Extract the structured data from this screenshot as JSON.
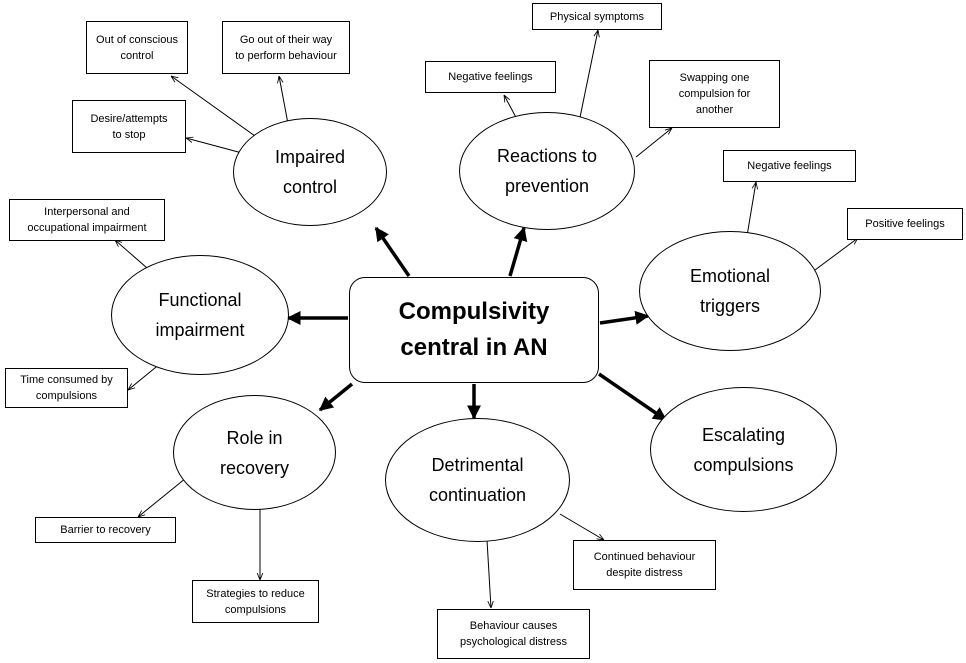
{
  "central": "Compulsivity\ncentral in AN",
  "themes": {
    "impaired_control": "Impaired\ncontrol",
    "reactions_to_prevention": "Reactions to\nprevention",
    "emotional_triggers": "Emotional\ntriggers",
    "functional_impairment": "Functional\nimpairment",
    "role_in_recovery": "Role in\nrecovery",
    "detrimental_continuation": "Detrimental\ncontinuation",
    "escalating_compulsions": "Escalating\ncompulsions"
  },
  "subthemes": {
    "out_of_conscious_control": "Out of conscious\ncontrol",
    "go_out_of_their_way": "Go out of their way\nto perform behaviour",
    "desire_attempts_to_stop": "Desire/attempts\nto stop",
    "physical_symptoms": "Physical symptoms",
    "negative_feelings_reactions": "Negative feelings",
    "swapping_compulsion": "Swapping one\ncompulsion for\nanother",
    "negative_feelings_emotional": "Negative feelings",
    "positive_feelings": "Positive feelings",
    "interpersonal_impairment": "Interpersonal and\noccupational impairment",
    "time_consumed": "Time consumed by\ncompulsions",
    "barrier_to_recovery": "Barrier to recovery",
    "strategies_to_reduce": "Strategies to reduce\ncompulsions",
    "behaviour_causes_distress": "Behaviour causes\npsychological distress",
    "continued_behaviour": "Continued behaviour\ndespite distress"
  }
}
